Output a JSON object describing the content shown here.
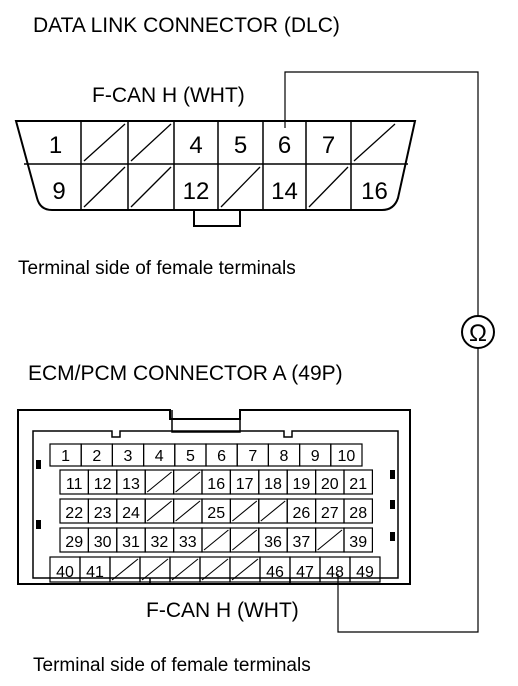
{
  "dlc": {
    "title": "DATA LINK CONNECTOR (DLC)",
    "wire_label": "F-CAN H (WHT)",
    "caption": "Terminal side of female terminals",
    "top_row": [
      "1",
      "",
      "",
      "4",
      "5",
      "6",
      "7",
      ""
    ],
    "bottom_row": [
      "9",
      "",
      "",
      "12",
      "",
      "14",
      "",
      "16"
    ]
  },
  "ecm": {
    "title": "ECM/PCM CONNECTOR A (49P)",
    "wire_label": "F-CAN H (WHT)",
    "caption": "Terminal side of female terminals",
    "row1": [
      "1",
      "2",
      "3",
      "4",
      "5",
      "6",
      "7",
      "8",
      "9",
      "10"
    ],
    "row2": [
      "11",
      "12",
      "13",
      "",
      "",
      "16",
      "17",
      "18",
      "19",
      "20",
      "21"
    ],
    "row3": [
      "22",
      "23",
      "24",
      "",
      "",
      "25",
      "",
      "",
      "26",
      "27",
      "28"
    ],
    "row4": [
      "29",
      "30",
      "31",
      "32",
      "33",
      "",
      "",
      "36",
      "37",
      "",
      "39"
    ],
    "row5": [
      "40",
      "41",
      "",
      "",
      "",
      "",
      "",
      "46",
      "47",
      "48",
      "49"
    ]
  },
  "meter": {
    "symbol": "Ω"
  }
}
